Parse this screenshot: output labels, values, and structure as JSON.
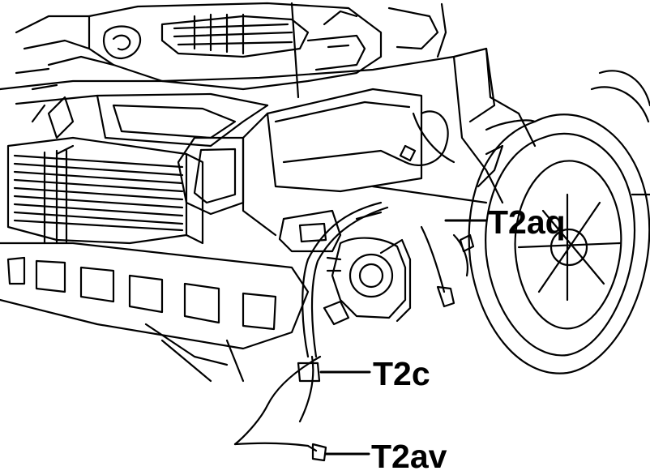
{
  "labels": {
    "t2aq": "T2aq",
    "t2c": "T2c",
    "t2av": "T2av"
  },
  "colors": {
    "line": "#000000",
    "background": "#ffffff"
  },
  "icons": [
    "engine-bay-illustration",
    "radiator-grille",
    "front-wheel",
    "horn-unit",
    "wiring-harness"
  ]
}
